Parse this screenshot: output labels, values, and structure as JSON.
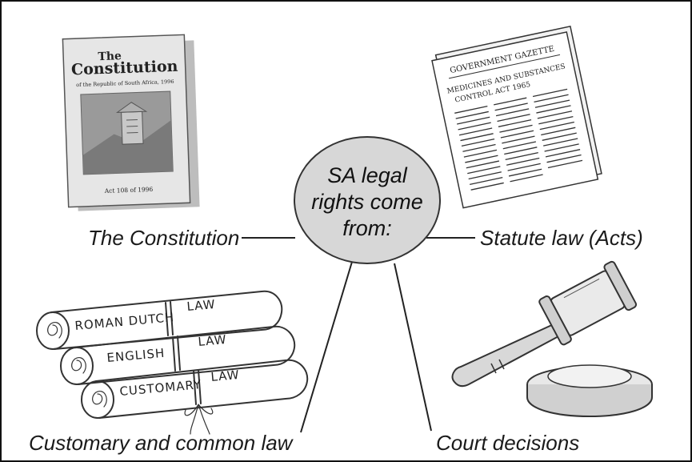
{
  "center": {
    "line1": "SA legal",
    "line2": "rights come",
    "line3": "from:"
  },
  "sources": {
    "constitution": "The Constitution",
    "statute": "Statute law (Acts)",
    "customary": "Customary and common law",
    "court": "Court decisions"
  },
  "constitution_book": {
    "title_small": "The",
    "title_big": "Constitution",
    "subtitle": "of the Republic of South Africa, 1996",
    "act": "Act 108 of 1996"
  },
  "gazette": {
    "header": "GOVERNMENT GAZETTE",
    "line1": "MEDICINES AND SUBSTANCES",
    "line2": "CONTROL ACT 1965"
  },
  "scrolls": [
    {
      "name": "ROMAN DUTCH",
      "suffix": "LAW"
    },
    {
      "name": "ENGLISH",
      "suffix": "LAW"
    },
    {
      "name": "CUSTOMARY",
      "suffix": "LAW"
    }
  ],
  "colors": {
    "circle_fill": "#d7d7d7",
    "line": "#222222",
    "book_cover": "#e4e4e4",
    "book_title": "#333333"
  }
}
